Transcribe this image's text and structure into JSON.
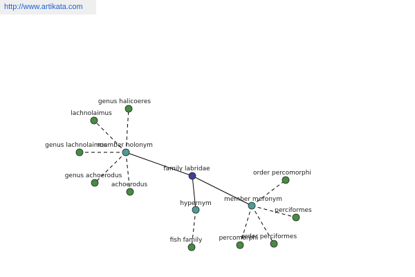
{
  "banner": {
    "url_text": "http://www.artikata.com",
    "color": "#1f5fd6"
  },
  "colors": {
    "hub": "#404098",
    "relation": "#4f9a9a",
    "leaf": "#4a8a44",
    "node_stroke": "#1f2a1f",
    "edge": "#000000"
  },
  "graph": {
    "nodes": [
      {
        "id": "family-labridae",
        "label": "family labridae",
        "kind": "hub"
      },
      {
        "id": "member-holonym",
        "label": "member holonym",
        "kind": "relation"
      },
      {
        "id": "hypernym",
        "label": "hypernym",
        "kind": "relation"
      },
      {
        "id": "member-meronym",
        "label": "member meronym",
        "kind": "relation"
      },
      {
        "id": "genus-halicoeres",
        "label": "genus halicoeres",
        "kind": "leaf"
      },
      {
        "id": "lachnolaimus",
        "label": "lachnolaimus",
        "kind": "leaf"
      },
      {
        "id": "genus-lachnolaimus",
        "label": "genus lachnolaimus",
        "kind": "leaf"
      },
      {
        "id": "genus-achoerodus",
        "label": "genus achoerodus",
        "kind": "leaf"
      },
      {
        "id": "achoerodus",
        "label": "achoerodus",
        "kind": "leaf"
      },
      {
        "id": "fish-family",
        "label": "fish family",
        "kind": "leaf"
      },
      {
        "id": "order-percomorphi",
        "label": "order percomorphi",
        "kind": "leaf"
      },
      {
        "id": "perciformes",
        "label": "perciformes",
        "kind": "leaf"
      },
      {
        "id": "order-perciformes",
        "label": "order perciformes",
        "kind": "leaf"
      },
      {
        "id": "percomorphi",
        "label": "percomorphi",
        "kind": "leaf"
      }
    ],
    "edges": [
      {
        "from": "family-labridae",
        "to": "member-holonym",
        "style": "solid"
      },
      {
        "from": "family-labridae",
        "to": "hypernym",
        "style": "solid"
      },
      {
        "from": "family-labridae",
        "to": "member-meronym",
        "style": "solid"
      },
      {
        "from": "member-holonym",
        "to": "genus-halicoeres",
        "style": "dashed"
      },
      {
        "from": "member-holonym",
        "to": "lachnolaimus",
        "style": "dashed"
      },
      {
        "from": "member-holonym",
        "to": "genus-lachnolaimus",
        "style": "dashed"
      },
      {
        "from": "member-holonym",
        "to": "genus-achoerodus",
        "style": "dashed"
      },
      {
        "from": "member-holonym",
        "to": "achoerodus",
        "style": "dashed"
      },
      {
        "from": "hypernym",
        "to": "fish-family",
        "style": "dashed"
      },
      {
        "from": "member-meronym",
        "to": "order-percomorphi",
        "style": "dashed"
      },
      {
        "from": "member-meronym",
        "to": "perciformes",
        "style": "dashed"
      },
      {
        "from": "member-meronym",
        "to": "order-perciformes",
        "style": "dashed"
      },
      {
        "from": "member-meronym",
        "to": "percomorphi",
        "style": "dashed"
      }
    ]
  }
}
